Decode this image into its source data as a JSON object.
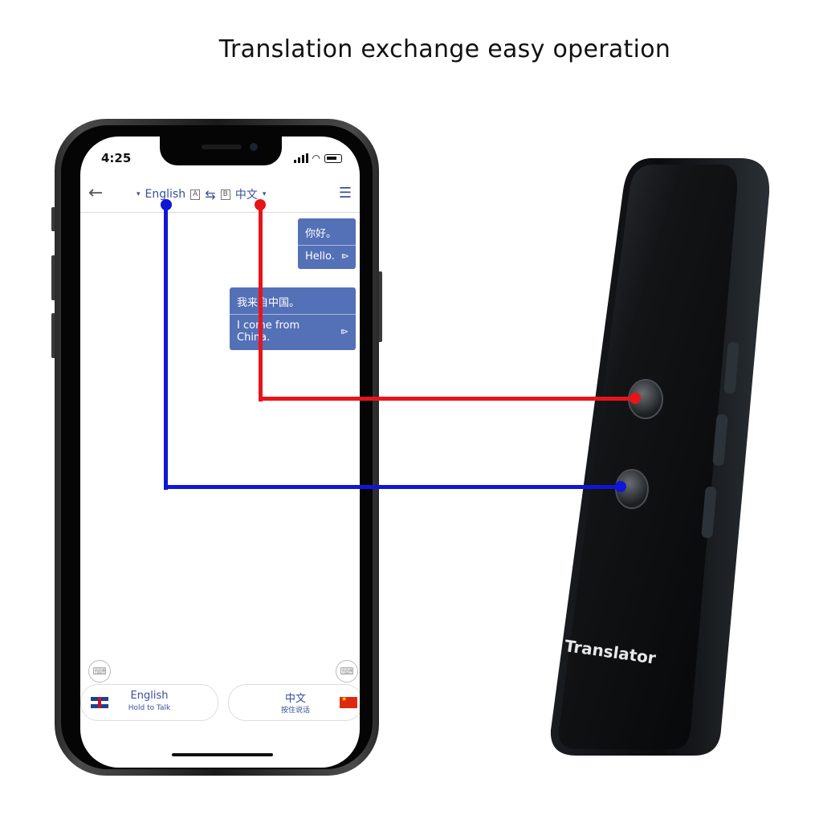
{
  "headline": "Translation exchange easy operation",
  "phone": {
    "status": {
      "time": "4:25"
    },
    "appbar": {
      "back_icon": "back-arrow-icon",
      "lang_left": "English",
      "box_a": "A",
      "swap_icon": "swap-icon",
      "box_b": "B",
      "lang_right": "中文",
      "menu_icon": "menu-icon"
    },
    "messages": [
      {
        "source": "你好。",
        "translation": "Hello."
      },
      {
        "source": "我来自中国。",
        "translation": "I come from China."
      }
    ],
    "bottom": {
      "left_button": {
        "title": "English",
        "subtitle": "Hold to Talk"
      },
      "right_button": {
        "title": "中文",
        "subtitle": "按住说话"
      }
    }
  },
  "device": {
    "label": "Translator"
  },
  "colors": {
    "red_line": "#e8141a",
    "blue_line": "#1016d8",
    "bubble": "#5470b6"
  }
}
